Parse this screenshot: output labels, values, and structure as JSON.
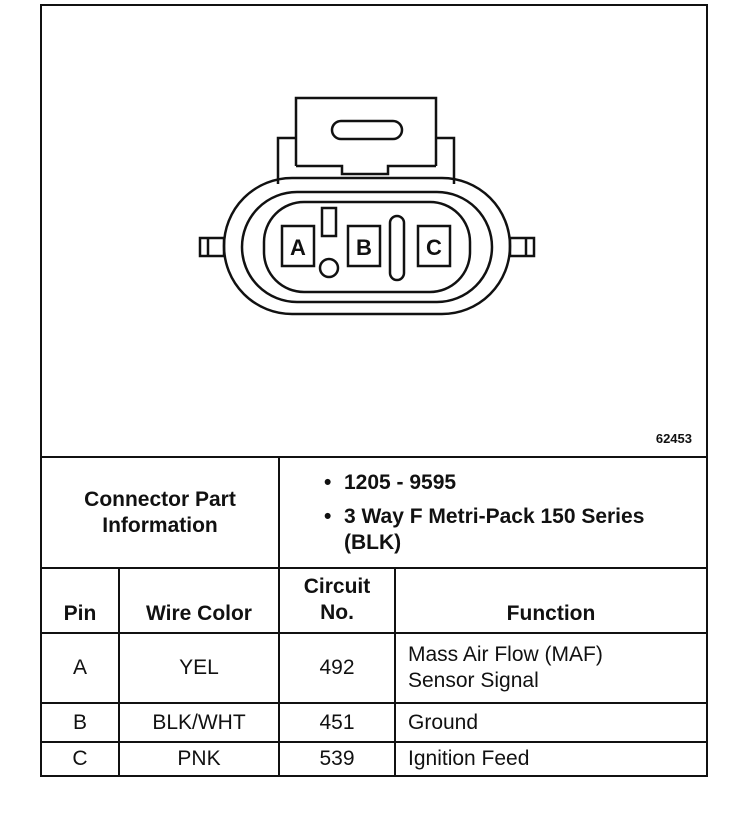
{
  "diagram": {
    "figure_id": "62453",
    "pins": [
      "A",
      "B",
      "C"
    ]
  },
  "connector_info": {
    "label": "Connector Part Information",
    "items": [
      "1205 - 9595",
      "3 Way F Metri-Pack 150 Series (BLK)"
    ],
    "bullet": "•"
  },
  "table": {
    "headers": {
      "pin": "Pin",
      "wire_color": "Wire Color",
      "circuit_no": "Circuit No.",
      "function": "Function"
    },
    "rows": [
      {
        "pin": "A",
        "wire_color": "YEL",
        "circuit_no": "492",
        "function": "Mass Air Flow (MAF) Sensor Signal"
      },
      {
        "pin": "B",
        "wire_color": "BLK/WHT",
        "circuit_no": "451",
        "function": "Ground"
      },
      {
        "pin": "C",
        "wire_color": "PNK",
        "circuit_no": "539",
        "function": "Ignition Feed"
      }
    ]
  }
}
